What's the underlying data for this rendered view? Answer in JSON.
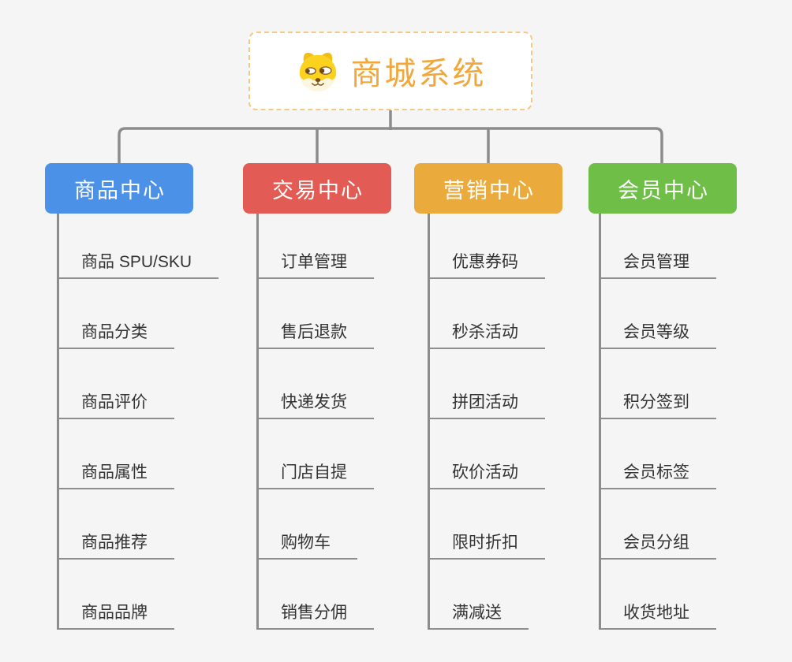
{
  "root": {
    "title": "商城系统",
    "icon": "dog-face-icon"
  },
  "branches": [
    {
      "label": "商品中心",
      "color": "#4B91E8",
      "children": [
        "商品 SPU/SKU",
        "商品分类",
        "商品评价",
        "商品属性",
        "商品推荐",
        "商品品牌"
      ]
    },
    {
      "label": "交易中心",
      "color": "#E25C55",
      "children": [
        "订单管理",
        "售后退款",
        "快递发货",
        "门店自提",
        "购物车",
        "销售分佣"
      ]
    },
    {
      "label": "营销中心",
      "color": "#EBAA3C",
      "children": [
        "优惠券码",
        "秒杀活动",
        "拼团活动",
        "砍价活动",
        "限时折扣",
        "满减送"
      ]
    },
    {
      "label": "会员中心",
      "color": "#6FBE47",
      "children": [
        "会员管理",
        "会员等级",
        "积分签到",
        "会员标签",
        "会员分组",
        "收货地址"
      ]
    }
  ],
  "colors": {
    "background": "#F5F5F5",
    "connector": "#8C8C8C",
    "leaf_underline": "#8E8E8E",
    "leaf_text": "#333333",
    "root_accent": "#F2A73B",
    "root_border": "#F4C983"
  }
}
